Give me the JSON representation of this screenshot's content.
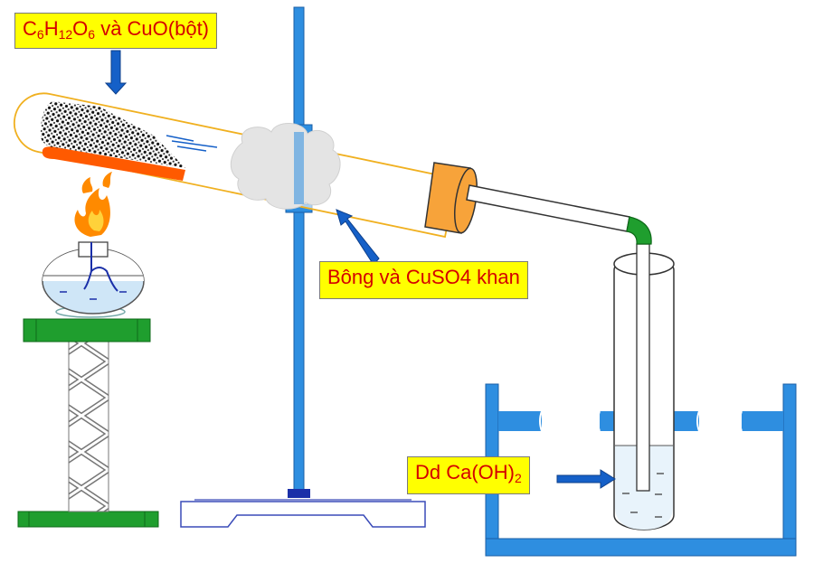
{
  "labels": {
    "reactants": {
      "prefix": "C",
      "sub1": "6",
      "mid1": "H",
      "sub2": "12",
      "mid2": "O",
      "sub3": "6",
      "suffix": " và CuO(bột)"
    },
    "cotton": {
      "text": "Bông và CuSO4 khan"
    },
    "limewater": {
      "prefix": "Dd Ca(OH)",
      "sub": "2"
    }
  },
  "colors": {
    "label_fill": "#ffff00",
    "label_text": "#d40000",
    "stand_blue": "#2e8ee0",
    "burner_green": "#1f9e2e",
    "stopper_orange": "#f7a33a",
    "flame": "#ff8a00",
    "powder_orange": "#ff5a00",
    "tube_outline": "#f0b020",
    "arrow_blue": "#1560c8",
    "liquid": "#cfe6f7"
  },
  "icons": {
    "burner": "alcohol-lamp-icon",
    "flame": "flame-icon",
    "stand": "retort-stand-icon",
    "tube": "test-tube-icon",
    "stopper": "rubber-stopper-icon",
    "cotton": "cotton-wool-icon",
    "trough": "water-trough-icon"
  }
}
